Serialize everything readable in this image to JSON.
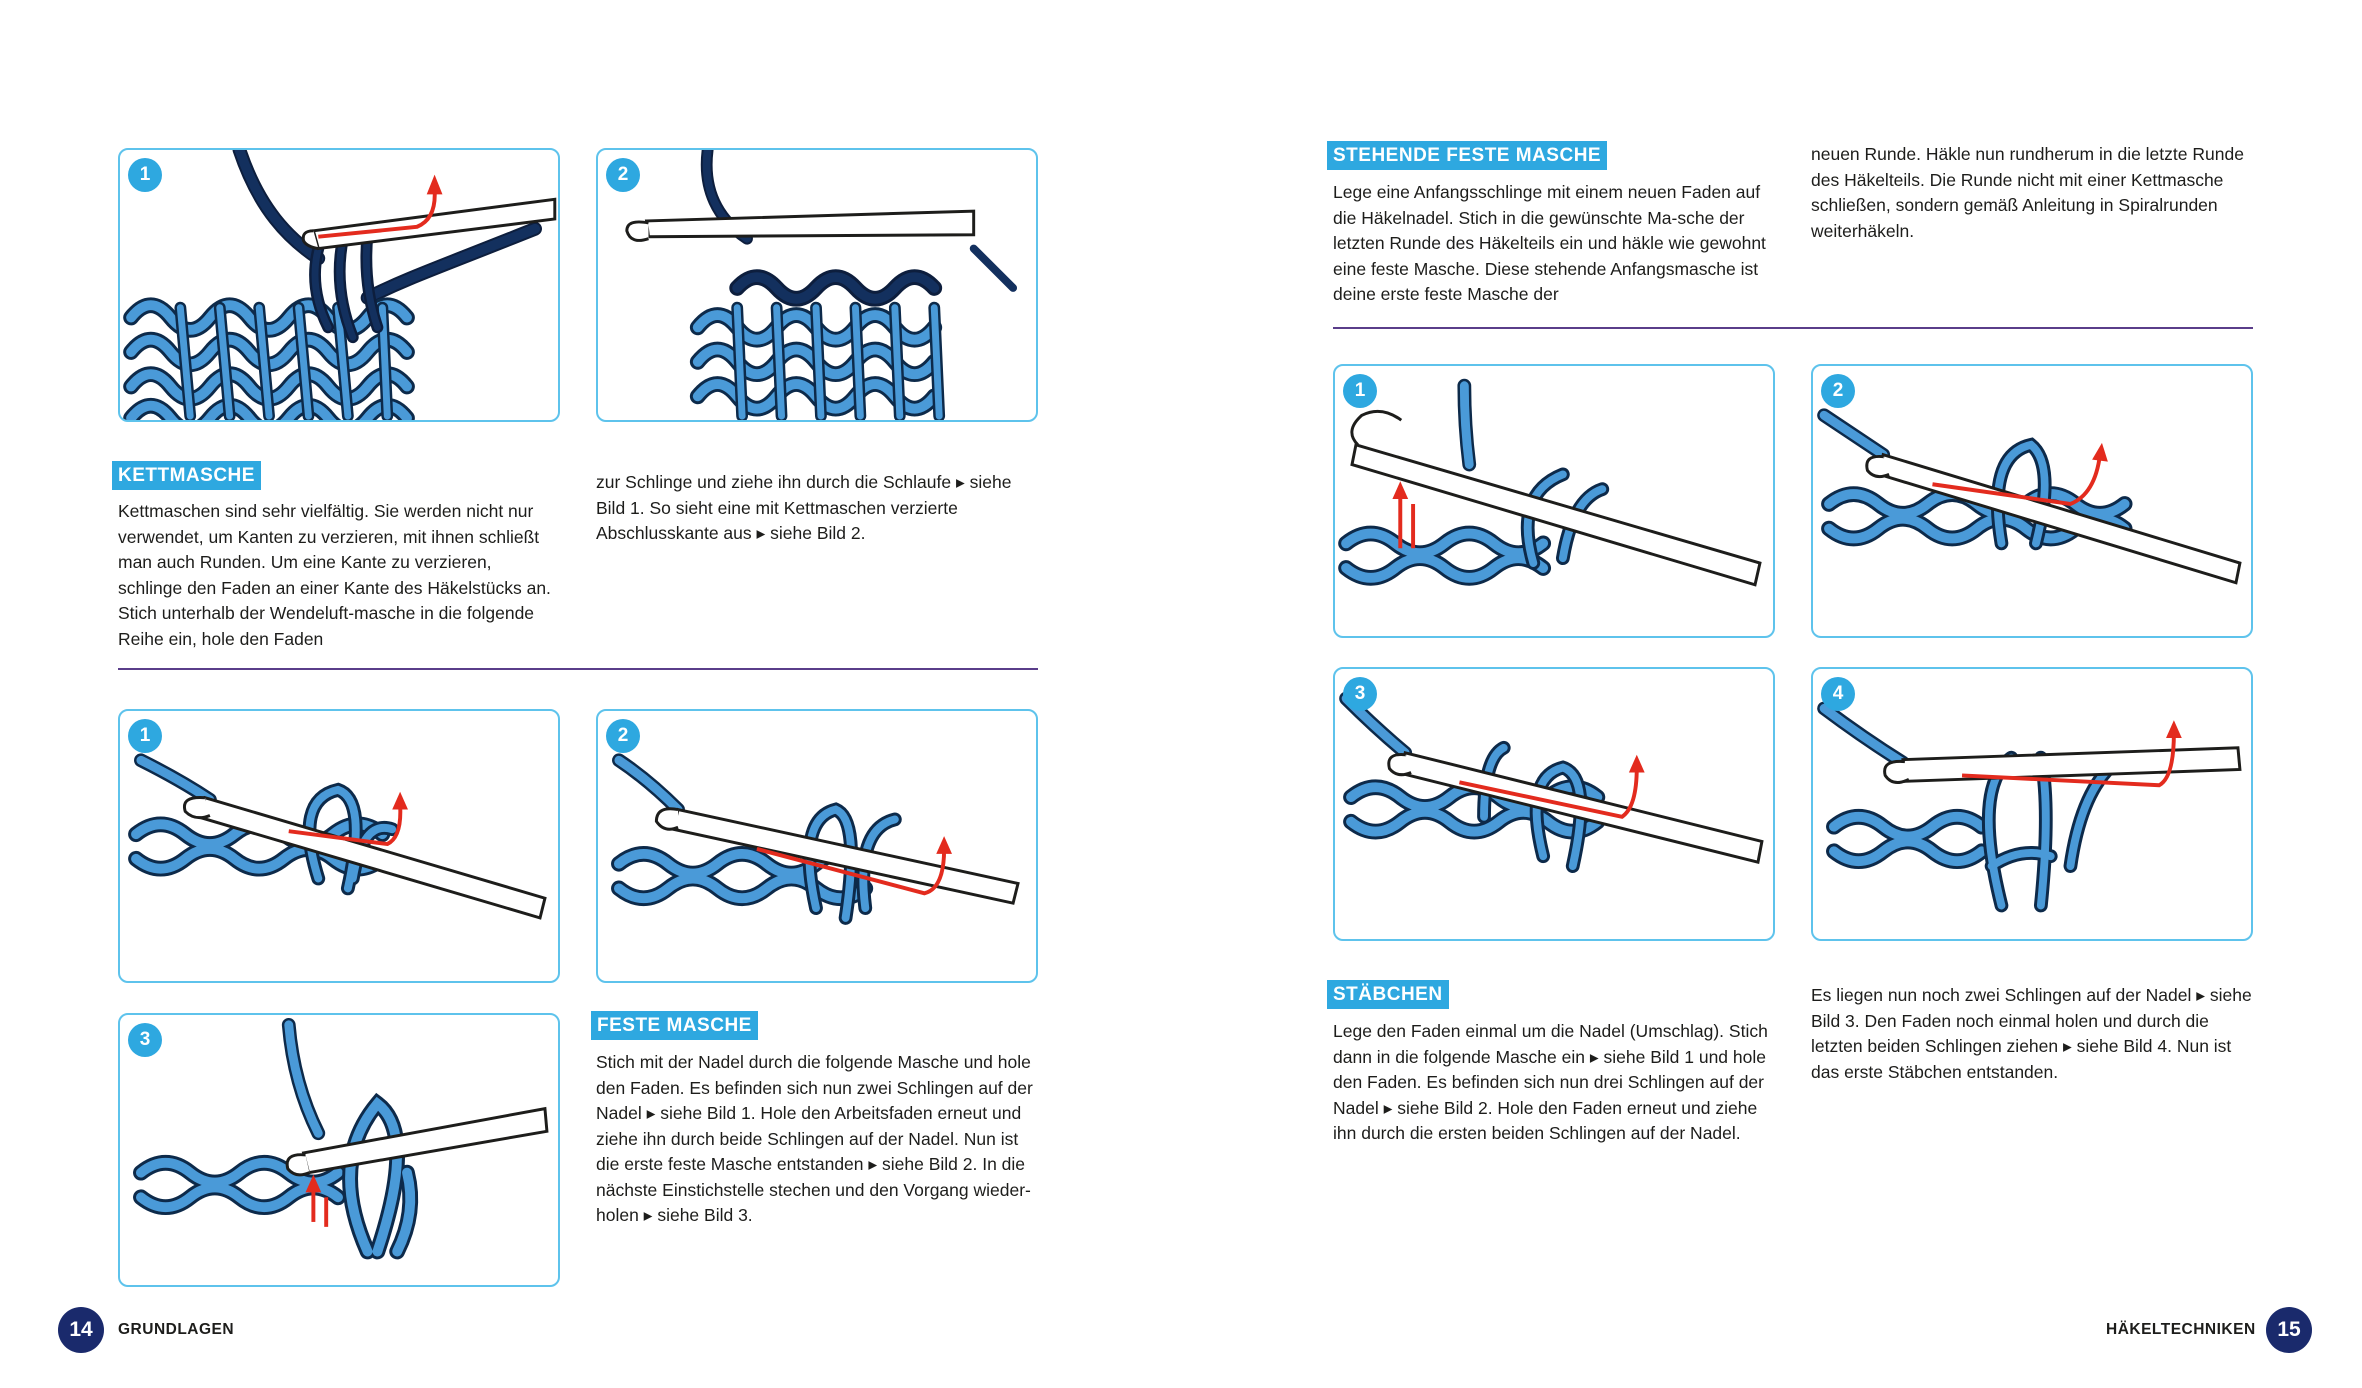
{
  "left_page": {
    "illustrations_top": [
      {
        "number": "1"
      },
      {
        "number": "2"
      }
    ],
    "kettmasche": {
      "heading": "KETTMASCHE",
      "col1": "Kettmaschen sind sehr vielfältig. Sie werden nicht nur verwendet, um Kanten zu verzieren, mit ihnen schließt man auch Runden. Um eine Kante zu verzieren, schlinge den Faden an einer Kante des Häkelstücks an. Stich unterhalb der Wendeluft-masche in die folgende Reihe ein, hole den Faden",
      "col2": "zur Schlinge und ziehe ihn durch die Schlaufe ▸ siehe Bild 1. So sieht eine mit Kettmaschen verzierte Abschlusskante aus ▸ siehe Bild 2."
    },
    "illustrations_bottom": [
      {
        "number": "1"
      },
      {
        "number": "2"
      },
      {
        "number": "3"
      }
    ],
    "feste_masche": {
      "heading": "FESTE MASCHE",
      "text": "Stich mit der Nadel durch die folgende Masche und hole den Faden. Es befinden sich nun zwei Schlingen auf der Nadel ▸ siehe Bild 1. Hole den Arbeitsfaden erneut und ziehe ihn durch beide Schlingen auf der Nadel. Nun ist die erste feste Masche entstanden ▸ siehe Bild 2. In die nächste Einstichstelle stechen und den Vorgang wieder-holen ▸ siehe Bild 3."
    },
    "footer": {
      "page_number": "14",
      "label": "GRUNDLAGEN"
    }
  },
  "right_page": {
    "stehende": {
      "heading": "STEHENDE FESTE MASCHE",
      "col1": "Lege eine Anfangsschlinge mit einem neuen Faden auf die Häkelnadel. Stich in die gewünschte Ma-sche der letzten Runde des Häkelteils ein und häkle wie gewohnt eine feste Masche. Diese stehende Anfangsmasche ist deine erste feste Masche der",
      "col2": "neuen Runde. Häkle nun rundherum in die letzte Runde des Häkelteils. Die Runde nicht mit einer Kettmasche schließen, sondern gemäß Anleitung in Spiralrunden weiterhäkeln."
    },
    "illustrations": [
      {
        "number": "1"
      },
      {
        "number": "2"
      },
      {
        "number": "3"
      },
      {
        "number": "4"
      }
    ],
    "staebchen": {
      "heading": "STÄBCHEN",
      "col1": "Lege den Faden einmal um die Nadel (Umschlag). Stich dann in die folgende Masche ein ▸ siehe Bild 1 und hole den Faden. Es befinden sich nun drei Schlingen auf der Nadel ▸ siehe Bild 2. Hole den Faden erneut und ziehe ihn durch die ersten beiden Schlingen auf der Nadel.",
      "col2": "Es liegen nun noch zwei Schlingen auf der Nadel ▸ siehe Bild 3. Den Faden noch einmal holen und durch die letzten beiden Schlingen ziehen ▸ siehe Bild 4. Nun ist das erste Stäbchen entstanden."
    },
    "footer": {
      "page_number": "15",
      "label": "HÄKELTECHNIKEN"
    }
  },
  "colors": {
    "accent_blue": "#2ea8e0",
    "panel_border": "#5ec3ec",
    "yarn_light": "#4a9ad8",
    "yarn_dark": "#13305e",
    "arrow_red": "#e32b1e",
    "rule_purple": "#5a3d8a",
    "page_number_bg": "#1a2a6c"
  }
}
